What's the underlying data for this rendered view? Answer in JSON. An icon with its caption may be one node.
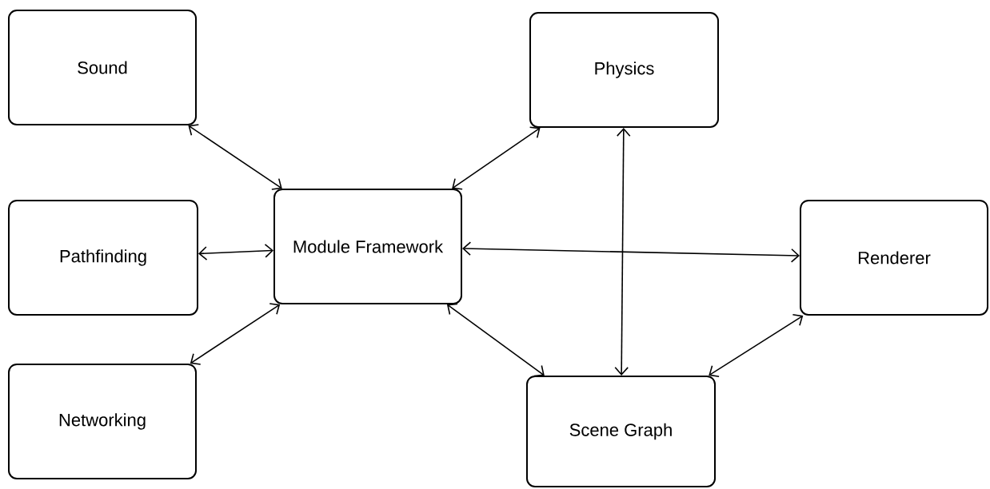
{
  "diagram": {
    "nodes": [
      {
        "text": [
          "Sound"
        ]
      },
      {
        "text": [
          "Physics"
        ]
      },
      {
        "text": [
          "Module Framework"
        ]
      },
      {
        "text": [
          "Pathfinding"
        ]
      },
      {
        "text": [
          "Renderer"
        ]
      },
      {
        "text": [
          "Networking"
        ]
      },
      {
        "text": [
          "Scene Graph"
        ]
      }
    ],
    "edges": [
      {
        "from": 0,
        "to": 2,
        "arrow": "both"
      },
      {
        "from": 2,
        "to": 1,
        "arrow": "both"
      },
      {
        "from": 3,
        "to": 2,
        "arrow": "both"
      },
      {
        "from": 2,
        "to": 4,
        "arrow": "both"
      },
      {
        "from": 1,
        "to": 6,
        "arrow": "both"
      },
      {
        "from": 2,
        "to": 6,
        "arrow": "both"
      },
      {
        "from": 2,
        "to": 5,
        "arrow": "both"
      },
      {
        "from": 6,
        "to": 4,
        "arrow": "both"
      }
    ]
  }
}
